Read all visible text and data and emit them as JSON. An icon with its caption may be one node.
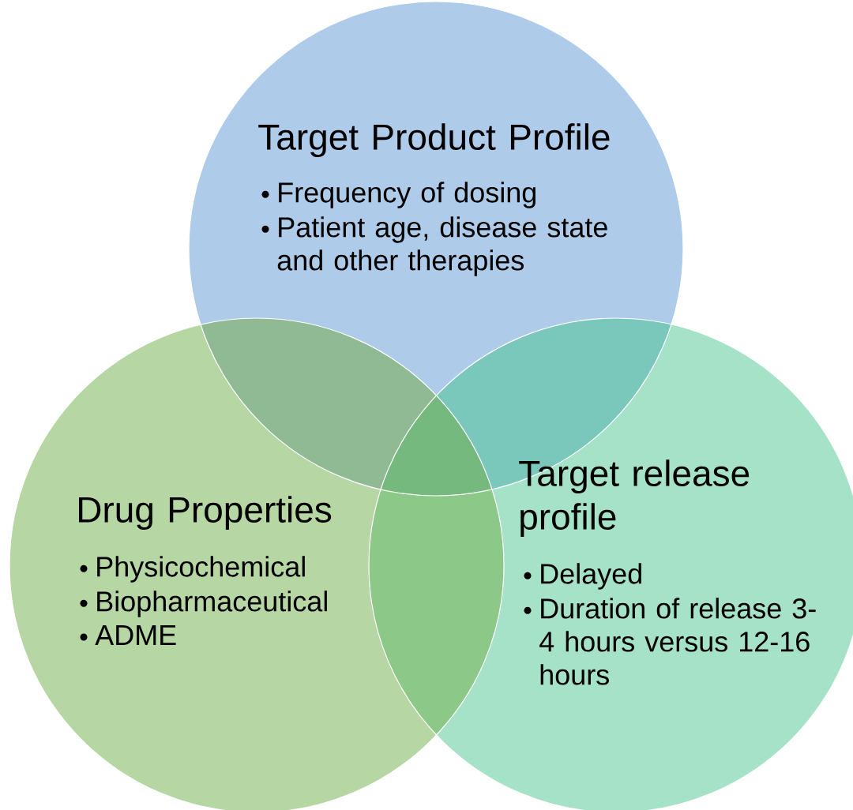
{
  "diagram": {
    "nodes": [
      {
        "text": [
          "Target Product Profile",
          "Frequency of dosing",
          "Patient age, disease state and other therapies"
        ]
      },
      {
        "text": [
          "Drug Properties",
          "Physicochemical",
          "Biopharmaceutical",
          "ADME"
        ]
      },
      {
        "text": [
          "Target release profile",
          "Delayed",
          "Duration of release 3-4 hours versus 12-16 hours"
        ]
      }
    ],
    "edges": []
  }
}
